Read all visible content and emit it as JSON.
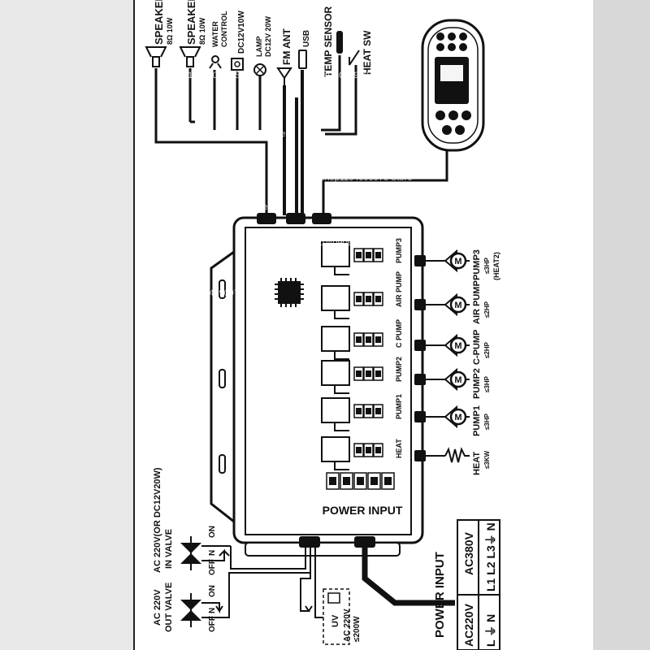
{
  "inputs": {
    "speaker1": {
      "label": "SPEAKER",
      "spec": "8Ω 10W"
    },
    "speaker2": {
      "label": "SPEAKER",
      "spec": "8Ω 10W"
    },
    "water_control": {
      "line1": "WATER",
      "line2": "CONTROL"
    },
    "dc": {
      "label": "DC12V10W"
    },
    "lamp": {
      "line1": "LAMP",
      "line2": "DC12V 20W"
    },
    "fm_ant": {
      "label": "FM ANT"
    },
    "usb": {
      "label": "USB"
    },
    "temp_sensor": {
      "label": "TEMP SENSOR"
    },
    "heat_sw": {
      "label": "HEAT SW"
    }
  },
  "board": {
    "relays": [
      {
        "label": "PUMP3"
      },
      {
        "label": "AIR PUMP"
      },
      {
        "label": "C PUMP"
      },
      {
        "label": "PUMP2"
      },
      {
        "label": "PUMP1"
      },
      {
        "label": "HEAT"
      }
    ],
    "power_input_label": "POWER INPUT"
  },
  "outputs": [
    {
      "name": "PUMP3",
      "rating": "≤3HP",
      "note": "(HEAT2)",
      "symbol": "M"
    },
    {
      "name": "AIR PUMP",
      "rating": "≤2HP",
      "note": "",
      "symbol": "M"
    },
    {
      "name": "C-PUMP",
      "rating": "≤2HP",
      "note": "",
      "symbol": "M"
    },
    {
      "name": "PUMP2",
      "rating": "≤3HP",
      "note": "",
      "symbol": "M"
    },
    {
      "name": "PUMP1",
      "rating": "≤3HP",
      "note": "",
      "symbol": "M"
    },
    {
      "name": "HEAT",
      "rating": "≤3KW",
      "note": "",
      "symbol": "heater"
    }
  ],
  "valves": {
    "in_valve": {
      "line1": "AC 220V(OR DC12V20W)",
      "line2": "IN VALVE",
      "on": "ON",
      "n": "N",
      "off": "OFF"
    },
    "out_valve": {
      "line1": "AC 220V",
      "line2": "OUT VALVE",
      "on": "ON",
      "n": "N",
      "off": "OFF"
    }
  },
  "uv": {
    "label": "UV",
    "line1": "AC 220V",
    "line2": "≤200W"
  },
  "power": {
    "label": "POWER INPUT",
    "ac380": {
      "title": "AC380V",
      "terminals": "L1 L2 L3⏚ N"
    },
    "ac220": {
      "title": "AC220V",
      "terminals": "L ⏚ N"
    }
  },
  "watermark": "Shop1104090976 Store"
}
